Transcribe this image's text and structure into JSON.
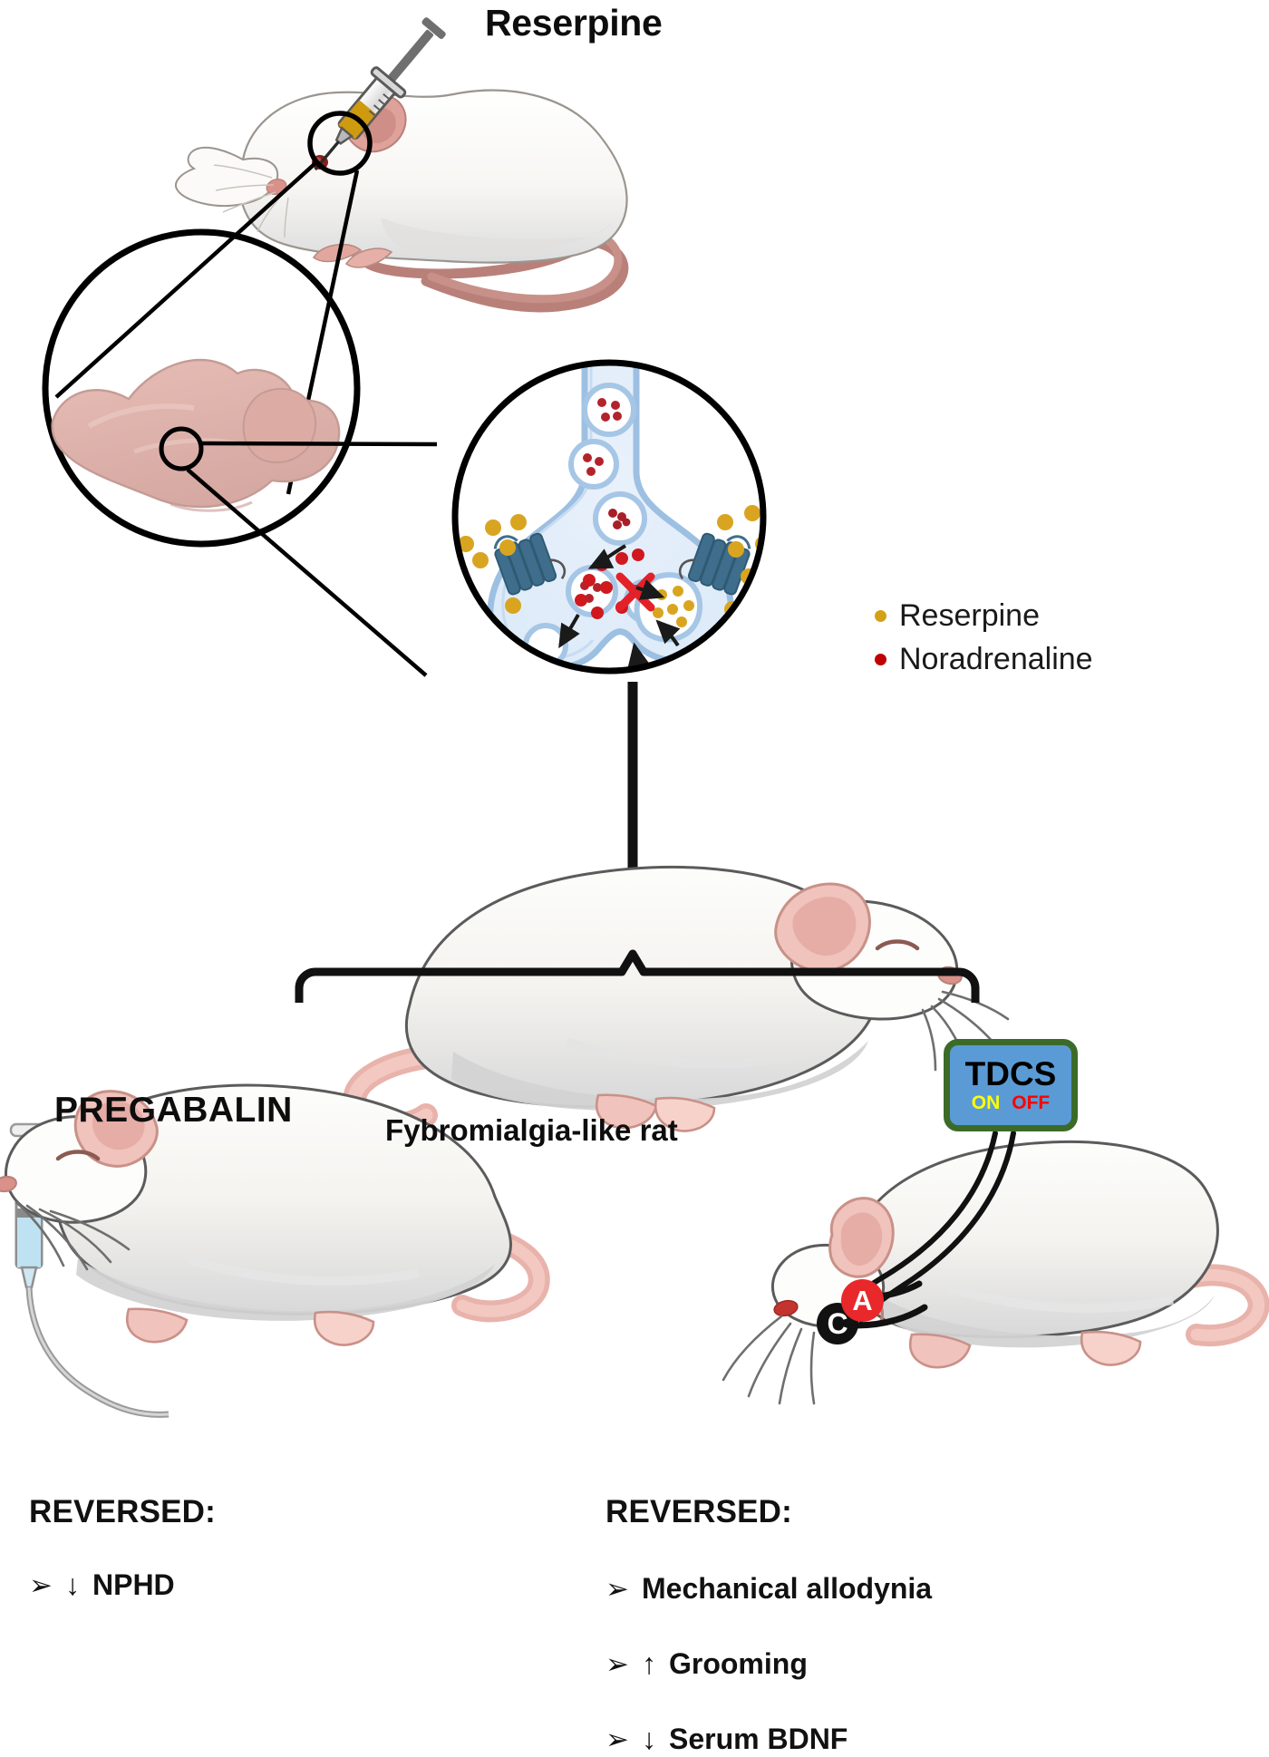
{
  "figure": {
    "type": "scientific-schematic",
    "subject": "Reserpine-induced fibromyalgia-like rat model treated with pregabalin or tDCS"
  },
  "top": {
    "drug_label": "Reserpine",
    "syringe_icon": "syringe-icon",
    "rat_icon": "rat-icon",
    "brain_icon": "brain-icon"
  },
  "synapse": {
    "title": "synaptic-terminal-detail",
    "blocked_marker": "X",
    "legend": [
      {
        "label": "Reserpine",
        "color": "#D4A017",
        "dot": "reserpine-dot"
      },
      {
        "label": "Noradrenaline",
        "color": "#C00000",
        "dot": "noradrenaline-dot"
      }
    ]
  },
  "model": {
    "rat_label": "Fybromialgia-like rat"
  },
  "treatments": {
    "left": {
      "name": "PREGABALIN",
      "delivery_icon": "syringe-iv-icon"
    },
    "right": {
      "device_title": "TDCS",
      "state_on": "ON",
      "state_off": "OFF",
      "device_bg": "#5B9BD5",
      "device_border": "#3C6B29",
      "on_color": "#FFFF00",
      "off_color": "#FF0000",
      "electrodes": [
        {
          "symbol": "C",
          "name": "cathode",
          "color": "#111111"
        },
        {
          "symbol": "A",
          "name": "anode",
          "color": "#E8282B"
        }
      ]
    }
  },
  "outcomes": {
    "left": {
      "heading": "REVERSED:",
      "items": [
        {
          "bullet": "➢",
          "arrow": "↓",
          "text": "NPHD"
        }
      ]
    },
    "right": {
      "heading": "REVERSED:",
      "items": [
        {
          "bullet": "➢",
          "arrow": "",
          "text": "Mechanical allodynia"
        },
        {
          "bullet": "➢",
          "arrow": "↑",
          "text": "Grooming"
        },
        {
          "bullet": "➢",
          "arrow": "↓",
          "text": "Serum BDNF"
        }
      ]
    }
  }
}
